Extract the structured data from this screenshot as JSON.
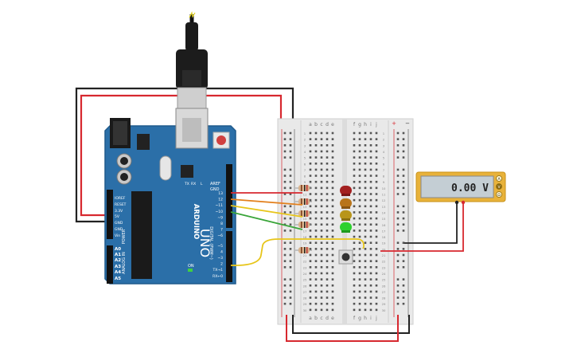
{
  "arduino": {
    "logo": "ARDUINO",
    "model": "UNO",
    "labels": {
      "aref": "AREF",
      "gnd": "GND",
      "digital": "DIGITAL (PWM~)",
      "on": "ON",
      "tx_led": "TX",
      "rx_led": "RX",
      "l_led": "L",
      "ioref": "IOREF",
      "reset": "RESET",
      "v33": "3.3V",
      "v5": "5V",
      "gnd1": "GND",
      "gnd2": "GND",
      "vin": "Vin",
      "power": "POWER",
      "analog": "ANALOG IN",
      "a0": "A0",
      "a1": "A1",
      "a2": "A2",
      "a3": "A3",
      "a4": "A4",
      "a5": "A5"
    },
    "digital_pins": [
      "13",
      "12",
      "~11",
      "~10",
      "~9",
      "8",
      "7",
      "~6",
      "~5",
      "4",
      "~3",
      "2",
      "TX→1",
      "RX←0"
    ]
  },
  "breadboard": {
    "cols_top": [
      "a",
      "b",
      "c",
      "d",
      "e",
      "f",
      "g",
      "h",
      "i",
      "j"
    ],
    "rail_plus": "+",
    "rail_minus": "−",
    "row_numbers": [
      "1",
      "2",
      "3",
      "4",
      "5",
      "6",
      "7",
      "8",
      "9",
      "10",
      "11",
      "12",
      "13",
      "14",
      "15",
      "16",
      "17",
      "18",
      "19",
      "20",
      "21",
      "22",
      "23",
      "24",
      "25",
      "26",
      "27",
      "28",
      "29",
      "30"
    ]
  },
  "multimeter": {
    "reading": "0.00 V",
    "modes": [
      "A",
      "V",
      "Ω"
    ]
  },
  "colors": {
    "board": "#2b6fa8",
    "wire_red": "#d7282f",
    "wire_black": "#222222",
    "wire_orange": "#e3811e",
    "wire_yellow": "#e7c51a",
    "wire_green": "#3aa53a",
    "led_red": "#a32020",
    "led_orange": "#b8741a",
    "led_yellow": "#b8951a",
    "led_green": "#2ed12e",
    "meter_body": "#e8b23a"
  }
}
